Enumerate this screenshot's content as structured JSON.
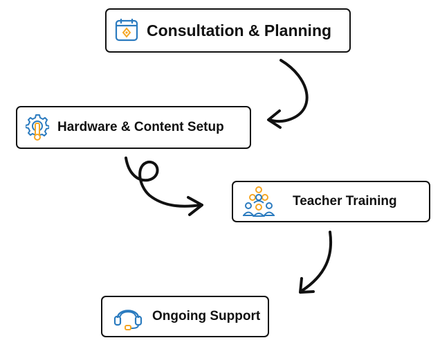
{
  "colors": {
    "box_border": "#111111",
    "text": "#111111",
    "icon_blue": "#2b7bbf",
    "icon_orange": "#f5a623",
    "arrow": "#111111"
  },
  "steps": [
    {
      "label": "Consultation & Planning",
      "icon": "calendar-icon"
    },
    {
      "label": "Hardware & Content Setup",
      "icon": "gear-wrench-icon"
    },
    {
      "label": "Teacher Training",
      "icon": "group-people-icon"
    },
    {
      "label": "Ongoing Support",
      "icon": "headset-icon"
    }
  ]
}
